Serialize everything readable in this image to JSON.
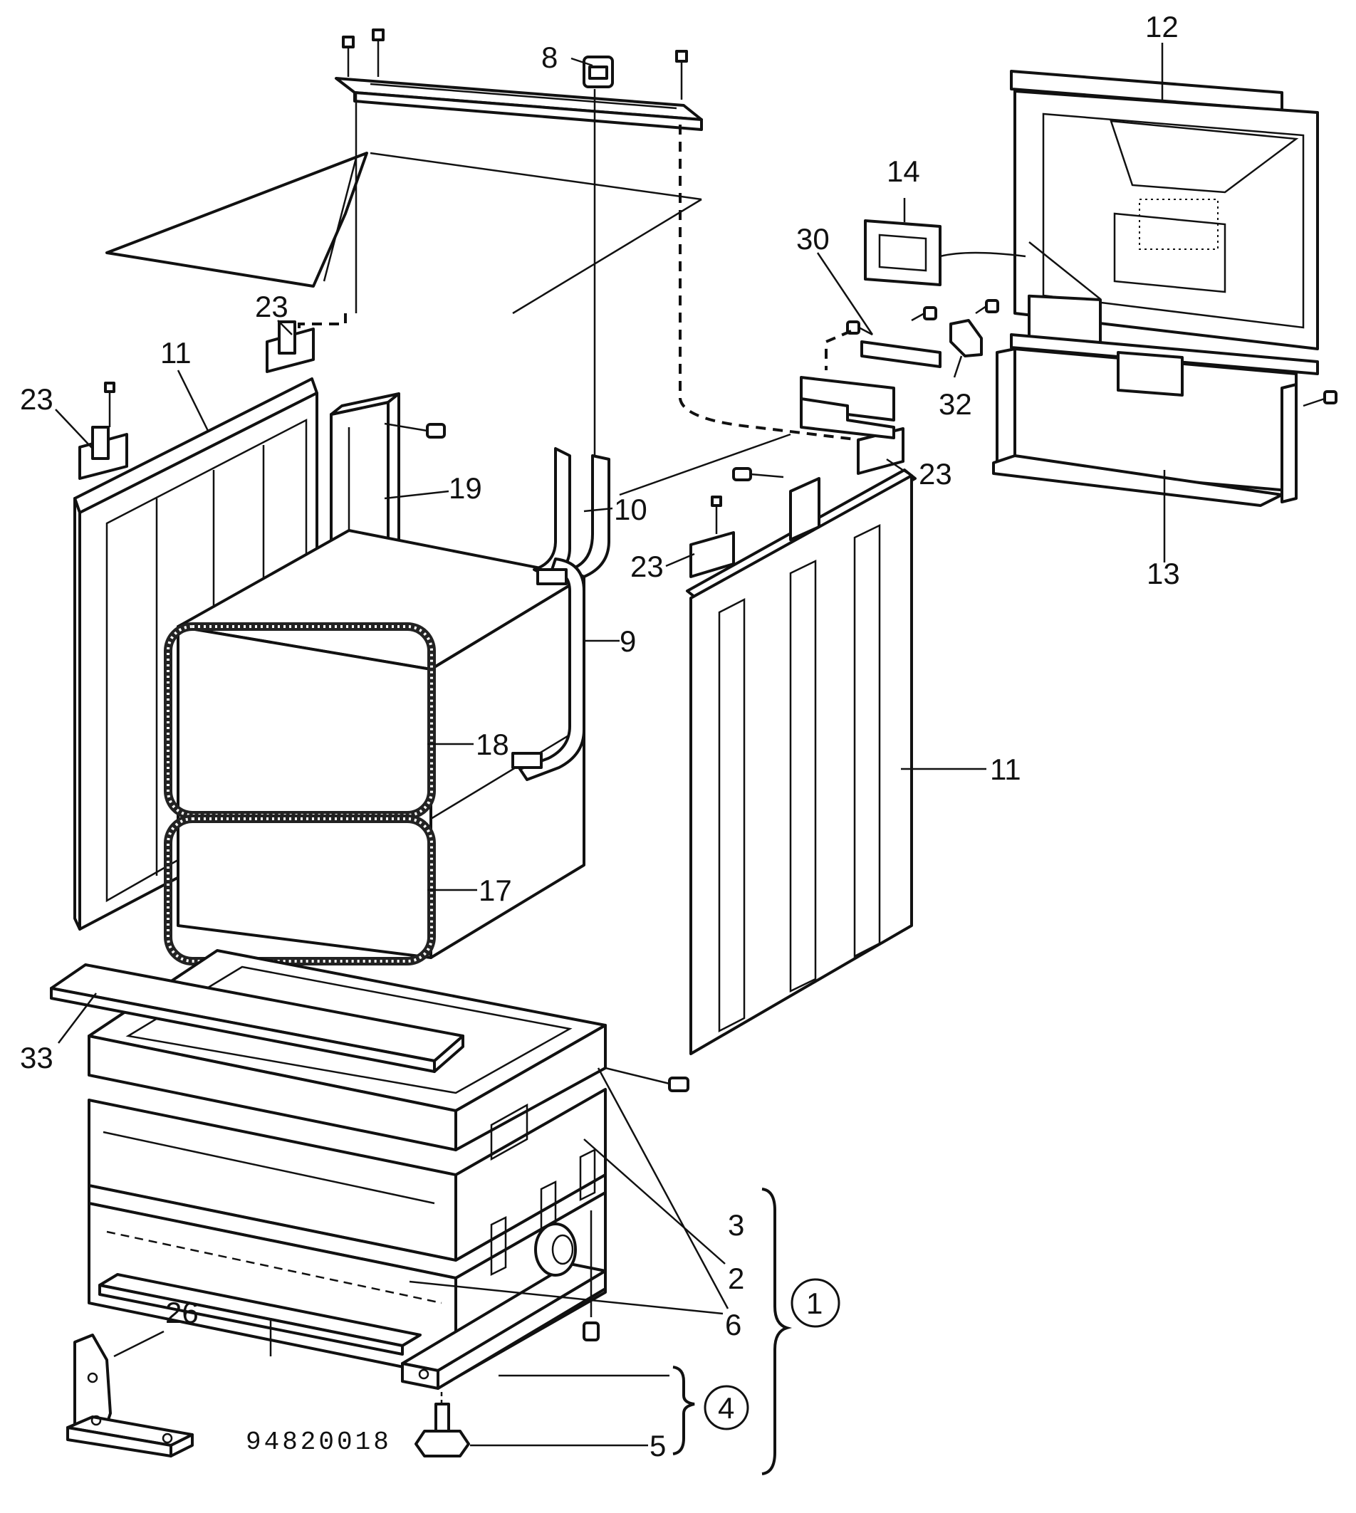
{
  "drawing_code": "94820018",
  "labels": {
    "p1": "1",
    "p2": "2",
    "p3": "3",
    "p4": "4",
    "p5": "5",
    "p6": "6",
    "p8": "8",
    "p9": "9",
    "p10": "10",
    "p11_left": "11",
    "p11_right": "11",
    "p12": "12",
    "p13": "13",
    "p14": "14",
    "p17": "17",
    "p18": "18",
    "p19": "19",
    "p23_a": "23",
    "p23_b": "23",
    "p23_c": "23",
    "p23_d": "23",
    "p26": "26",
    "p30": "30",
    "p32": "32",
    "p33": "33"
  }
}
